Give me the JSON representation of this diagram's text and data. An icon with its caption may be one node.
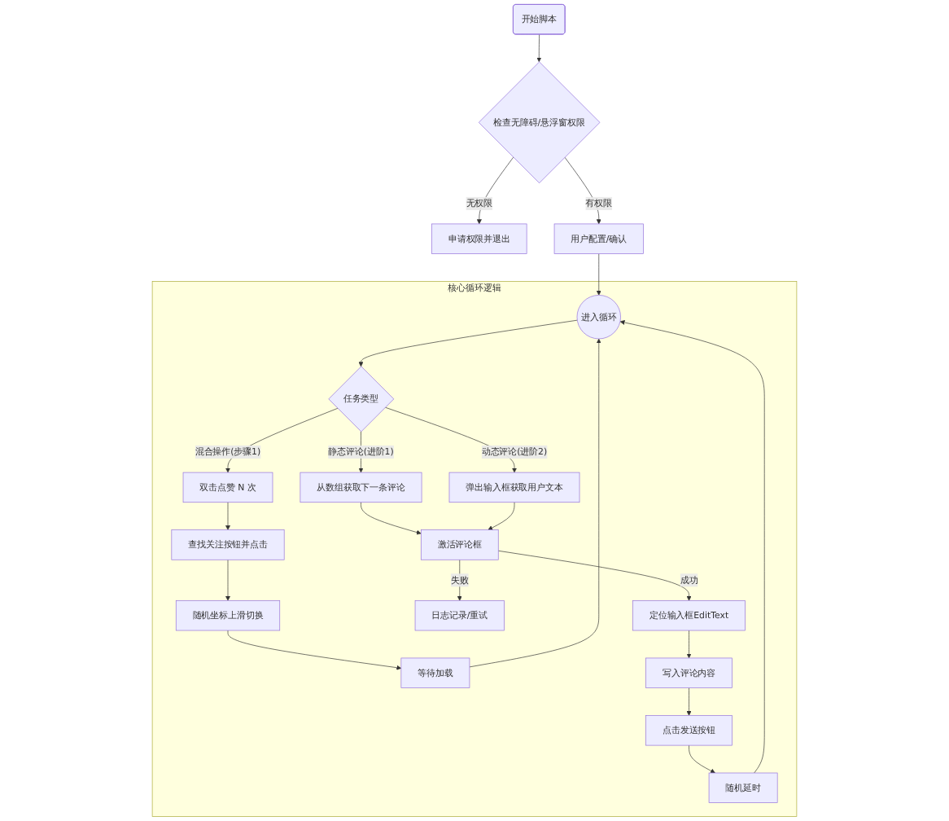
{
  "diagram": {
    "nodes": [
      {
        "text": [
          "开始脚本"
        ]
      },
      {
        "text": [
          "检查无障碍/悬浮窗权限"
        ]
      },
      {
        "text": [
          "申请权限并退出"
        ]
      },
      {
        "text": [
          "用户配置/确认"
        ]
      },
      {
        "text": [
          "核心循环逻辑"
        ]
      },
      {
        "text": [
          "进入循环"
        ],
        "in": 4
      },
      {
        "text": [
          "任务类型"
        ],
        "in": 4
      },
      {
        "text": [
          "双击点赞 N 次"
        ],
        "in": 4
      },
      {
        "text": [
          "从数组获取下一条评论"
        ],
        "in": 4
      },
      {
        "text": [
          "弹出输入框获取用户文本"
        ],
        "in": 4
      },
      {
        "text": [
          "查找关注按钮并点击"
        ],
        "in": 4
      },
      {
        "text": [
          "激活评论框"
        ],
        "in": 4
      },
      {
        "text": [
          "随机坐标上滑切换"
        ],
        "in": 4
      },
      {
        "text": [
          "日志记录/重试"
        ],
        "in": 4
      },
      {
        "text": [
          "定位输入框EditText"
        ],
        "in": 4
      },
      {
        "text": [
          "等待加载"
        ],
        "in": 4
      },
      {
        "text": [
          "写入评论内容"
        ],
        "in": 4
      },
      {
        "text": [
          "点击发送按钮"
        ],
        "in": 4
      },
      {
        "text": [
          "随机延时"
        ],
        "in": 4
      }
    ],
    "edges": [
      {
        "from": 0,
        "to": 1,
        "arrow": "to"
      },
      {
        "from": 1,
        "to": 2,
        "label": "无权限",
        "arrow": "to"
      },
      {
        "from": 1,
        "to": 3,
        "label": "有权限",
        "arrow": "to"
      },
      {
        "from": 3,
        "to": 5,
        "arrow": "to"
      },
      {
        "from": 5,
        "to": 6,
        "arrow": "to"
      },
      {
        "from": 6,
        "to": 7,
        "label": "混合操作(步骤1)",
        "arrow": "to"
      },
      {
        "from": 6,
        "to": 8,
        "label": "静态评论(进阶1)",
        "arrow": "to"
      },
      {
        "from": 6,
        "to": 9,
        "label": "动态评论(进阶2)",
        "arrow": "to"
      },
      {
        "from": 7,
        "to": 10,
        "arrow": "to"
      },
      {
        "from": 10,
        "to": 12,
        "arrow": "to"
      },
      {
        "from": 8,
        "to": 11,
        "arrow": "to"
      },
      {
        "from": 9,
        "to": 11,
        "arrow": "to"
      },
      {
        "from": 11,
        "to": 13,
        "label": "失败",
        "arrow": "to"
      },
      {
        "from": 11,
        "to": 14,
        "label": "成功",
        "arrow": "to"
      },
      {
        "from": 14,
        "to": 16,
        "arrow": "to"
      },
      {
        "from": 16,
        "to": 17,
        "arrow": "to"
      },
      {
        "from": 17,
        "to": 18,
        "arrow": "to"
      },
      {
        "from": 12,
        "to": 15,
        "arrow": "to"
      },
      {
        "from": 15,
        "to": 5,
        "arrow": "to"
      },
      {
        "from": 18,
        "to": 5,
        "arrow": "to"
      }
    ]
  }
}
